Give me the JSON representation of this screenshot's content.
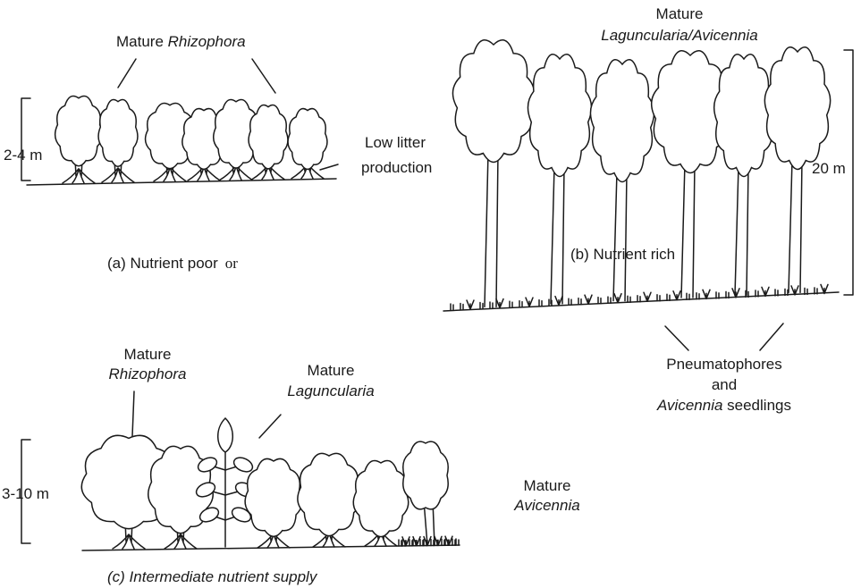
{
  "panel_a": {
    "species_label_prefix": "Mature ",
    "species_label_name": "Rhizophora",
    "height_label": "2-4 m",
    "side_label_line1": "Low litter",
    "side_label_line2": "production",
    "caption_prefix": "(a) Nutrient poor",
    "caption_suffix": "or"
  },
  "panel_b": {
    "species_label_line1": "Mature",
    "species_label_line2": "Laguncularia/Avicennia",
    "height_label": "20 m",
    "caption": "(b) Nutrient rich",
    "ground_label_line1": "Pneumatophores",
    "ground_label_line2": "and",
    "ground_label_line3_name": "Avicennia",
    "ground_label_line3_suffix": " seedlings"
  },
  "panel_c": {
    "rhizophora_label_line1": "Mature",
    "rhizophora_label_line2": "Rhizophora",
    "laguncularia_label_line1": "Mature",
    "laguncularia_label_line2": "Laguncularia",
    "avicennia_label_line1": "Mature",
    "avicennia_label_line2": "Avicennia",
    "height_label": "3-10 m",
    "caption": "(c) Intermediate nutrient supply"
  }
}
